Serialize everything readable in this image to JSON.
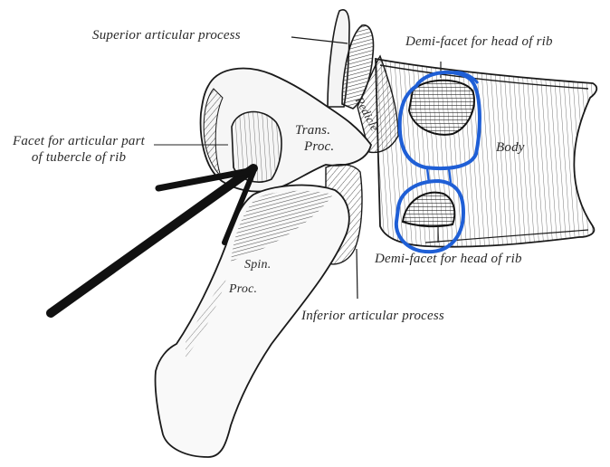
{
  "figure": {
    "subject": "Thoracic vertebra, lateral view",
    "labels": {
      "superior_articular_process": "Superior articular process",
      "demi_facet_upper": "Demi-facet for head of rib",
      "facet_tubercle_line1": "Facet for articular part",
      "facet_tubercle_line2": "of tubercle of rib",
      "trans_proc_line1": "Trans.",
      "trans_proc_line2": "Proc.",
      "pedicle": "Pedicle",
      "body": "Body",
      "spin_proc_line1": "Spin.",
      "spin_proc_line2": "Proc.",
      "demi_facet_lower": "Demi-facet for head of rib",
      "inferior_articular_process": "Inferior articular process"
    },
    "annotations": {
      "circles": [
        {
          "name": "upper-demi-facet-circle",
          "target": "Demi-facet for head of rib (upper)"
        },
        {
          "name": "lower-demi-facet-circle",
          "target": "Demi-facet for head of rib (lower)"
        }
      ],
      "arrow": {
        "name": "arrow",
        "target": "Facet for articular part of tubercle of rib"
      }
    },
    "colors": {
      "ink": "#1a1a1a",
      "annotation_blue": "#1f5fd6",
      "annotation_black": "#111111",
      "background": "#ffffff"
    }
  }
}
